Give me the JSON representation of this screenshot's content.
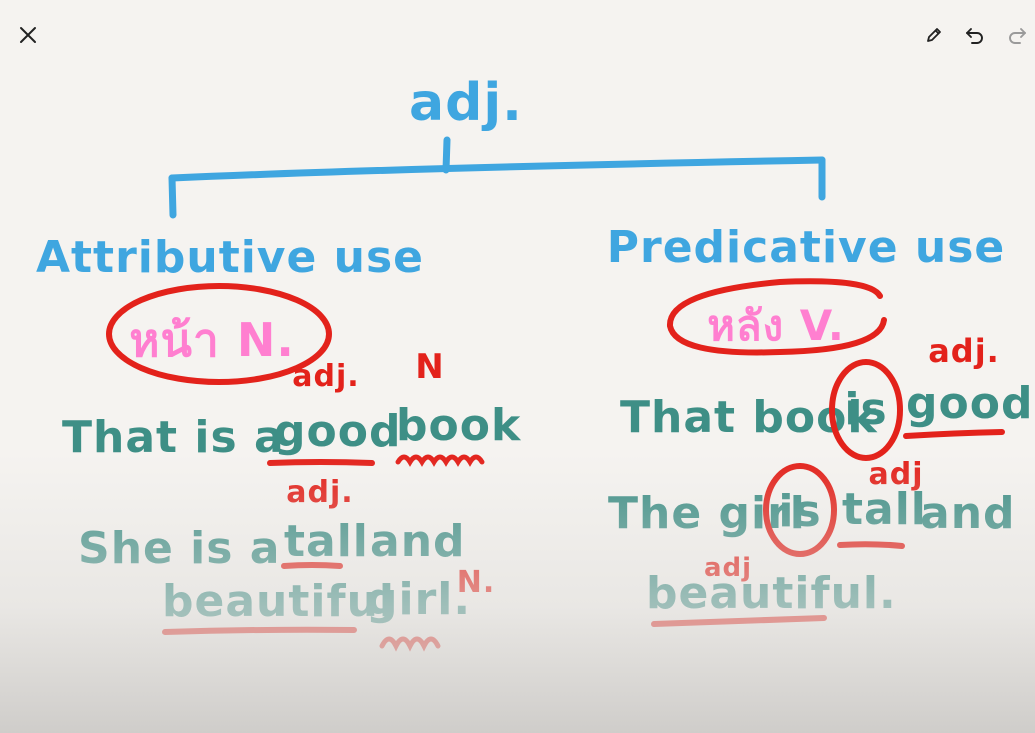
{
  "toolbar": {
    "close_icon": "close-icon",
    "edit_icon": "pencil-icon",
    "undo_icon": "undo-icon",
    "redo_icon": "redo-icon"
  },
  "colors": {
    "background": "#f5f3f0",
    "blue_ink": "#3fa6e0",
    "teal_ink": "#3e8f86",
    "red_ink": "#e3221b",
    "pink_ink": "#ff7fd0"
  },
  "board": {
    "root": "adj.",
    "left": {
      "heading": "Attributive use",
      "circled_note": "หน้า N.",
      "ex1": {
        "prefix": "That is a",
        "adj_word": "good",
        "noun_word": "book",
        "adj_label": "adj.",
        "noun_label": "N"
      },
      "ex2": {
        "line1_prefix": "She is  a",
        "adj_word1": "tall",
        "conj": "and",
        "adj_word2": "beautiful",
        "noun_word": "girl.",
        "adj_label": "adj.",
        "noun_label": "N."
      }
    },
    "right": {
      "heading": "Predicative use",
      "circled_note": "หลัง V.",
      "ex1": {
        "prefix": "That book",
        "verb": "is",
        "adj_word": "good.",
        "adj_label": "adj."
      },
      "ex2": {
        "prefix": "The girl",
        "verb": "is",
        "adj_word1": "tall",
        "conj": "and",
        "adj_word2": "beautiful.",
        "adj_label1": "adj",
        "adj_label2": "adj"
      }
    }
  }
}
